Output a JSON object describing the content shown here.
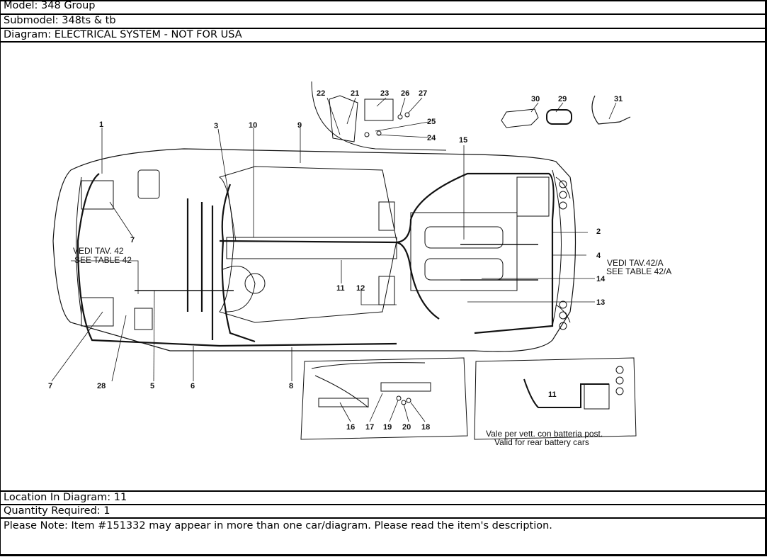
{
  "header": {
    "model": "Model: 348 Group",
    "submodel": "Submodel: 348ts & tb",
    "diagram": "Diagram: ELECTRICAL SYSTEM - NOT FOR USA"
  },
  "diagram": {
    "callouts": [
      "1",
      "2",
      "3",
      "4",
      "5",
      "6",
      "7",
      "7",
      "8",
      "9",
      "10",
      "11",
      "11",
      "12",
      "13",
      "14",
      "15",
      "16",
      "17",
      "18",
      "19",
      "20",
      "21",
      "22",
      "23",
      "24",
      "25",
      "26",
      "27",
      "28",
      "29",
      "30",
      "31"
    ],
    "notes": {
      "left_ref_it": "VEDI TAV. 42",
      "left_ref_en": "SEE TABLE 42",
      "right_ref_it": "VEDI TAV.42/A",
      "right_ref_en": "SEE TABLE 42/A",
      "inset_it": "Vale per vett. con batteria post.",
      "inset_en": "Valid for rear battery cars"
    }
  },
  "footer": {
    "location": "Location In Diagram: 11",
    "quantity": "Quantity Required: 1",
    "note": "Please Note: Item #151332 may appear in more than one car/diagram. Please read the item's description."
  }
}
